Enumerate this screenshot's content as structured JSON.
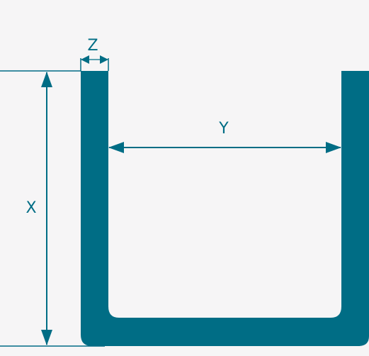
{
  "labels": {
    "x": "X",
    "y": "Y",
    "z": "Z"
  },
  "colors": {
    "background": "#f6f5f6",
    "profile": "#006d85",
    "dimension": "#006d85"
  }
}
